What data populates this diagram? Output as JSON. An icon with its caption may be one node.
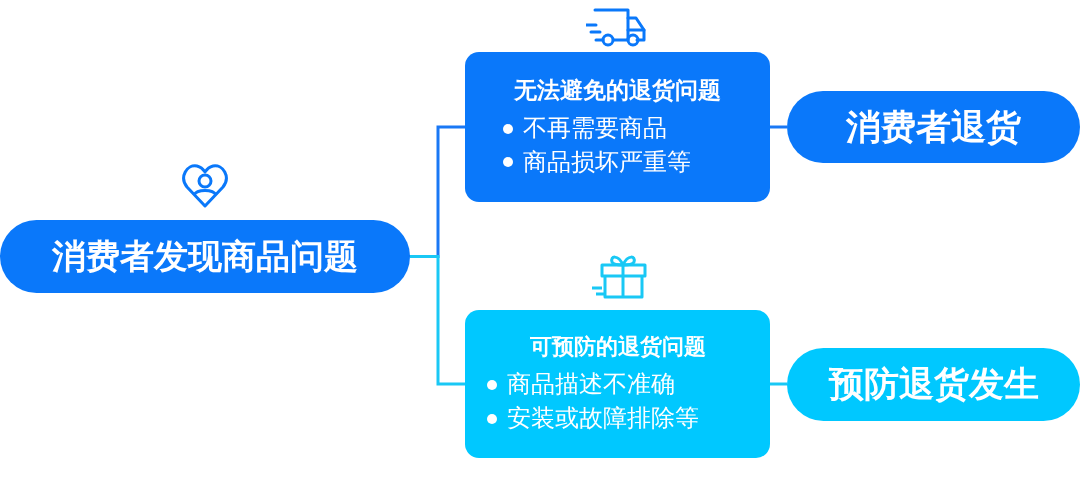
{
  "diagram": {
    "nodes": [
      {
        "text": [
          "消费者发现商品问题"
        ]
      },
      {
        "text": [
          "无法避免的退货问题",
          "不再需要商品",
          "商品损坏严重等"
        ]
      },
      {
        "text": [
          "可预防的退货问题",
          "商品描述不准确",
          "安装或故障排除等"
        ]
      },
      {
        "text": [
          "消费者退货"
        ]
      },
      {
        "text": [
          "预防退货发生"
        ]
      }
    ],
    "edges": [
      {
        "from": 0,
        "to": 1,
        "arrow": "none",
        "color": "#1a78f5"
      },
      {
        "from": 0,
        "to": 2,
        "arrow": "none",
        "color": "#19c8f5"
      },
      {
        "from": 1,
        "to": 3,
        "arrow": "none",
        "color": "#1a78f5"
      },
      {
        "from": 2,
        "to": 4,
        "arrow": "none",
        "color": "#19c8f5"
      }
    ]
  }
}
